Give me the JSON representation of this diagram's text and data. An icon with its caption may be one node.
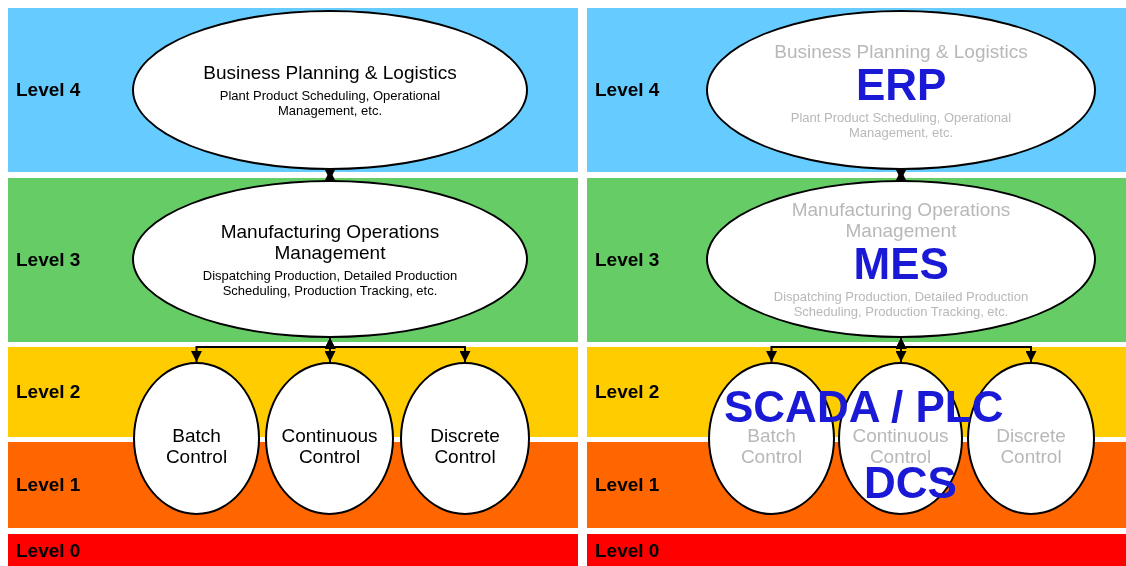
{
  "diagram": {
    "nodes": [
      {
        "text": [
          "Business Planning & Logistics",
          "Plant Product Scheduling, Operational Management, etc."
        ]
      },
      {
        "text": [
          "Manufacturing Operations Management",
          "Dispatching Production, Detailed Production Scheduling, Production Tracking, etc."
        ]
      },
      {
        "text": [
          "Batch Control"
        ]
      },
      {
        "text": [
          "Continuous Control"
        ]
      },
      {
        "text": [
          "Discrete Control"
        ]
      },
      {
        "text": [
          "Business Planning & Logistics",
          "Plant Product Scheduling, Operational Management, etc."
        ]
      },
      {
        "text": [
          "Manufacturing Operations Management",
          "Dispatching Production, Detailed Production Scheduling, Production Tracking, etc."
        ]
      },
      {
        "text": [
          "Batch Control"
        ]
      },
      {
        "text": [
          "Continuous Control"
        ]
      },
      {
        "text": [
          "Discrete Control"
        ]
      }
    ],
    "edges": [
      {
        "from": 0,
        "to": 1,
        "arrow": "both"
      },
      {
        "from": 1,
        "to": 2,
        "arrow": "both"
      },
      {
        "from": 1,
        "to": 3,
        "arrow": "both"
      },
      {
        "from": 1,
        "to": 4,
        "arrow": "both"
      },
      {
        "from": 5,
        "to": 6,
        "arrow": "both"
      },
      {
        "from": 6,
        "to": 7,
        "arrow": "both"
      },
      {
        "from": 6,
        "to": 8,
        "arrow": "both"
      },
      {
        "from": 6,
        "to": 9,
        "arrow": "both"
      }
    ],
    "labels": [
      "Level 4",
      "Level 3",
      "Level 2",
      "Level 1",
      "Level 0",
      "Level 4",
      "Level 3",
      "Level 2",
      "Level 1",
      "Level 0",
      "ERP",
      "MES",
      "SCADA / PLC",
      "DCS"
    ]
  }
}
